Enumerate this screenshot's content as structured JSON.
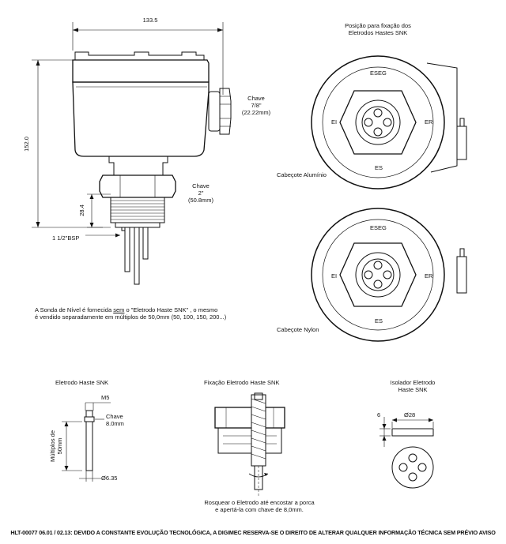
{
  "top_view": {
    "dim_width": "133.5",
    "dim_height": "152.0",
    "dim_28": "28.4",
    "thread": "1 1/2\"BSP",
    "key1": [
      "Chave",
      "7/8\"",
      "(22.22mm)"
    ],
    "key2": [
      "Chave",
      "2\"",
      "(50.8mm)"
    ],
    "note": [
      "A Sonda de Nível é fornecida sem o \"Eletrodo Haste SNK\" , o mesmo",
      "é vendido separadamente em múltiplos de 50,0mm (50, 100, 150, 200...)"
    ],
    "note_underlined_word": "sem"
  },
  "positions": {
    "title": [
      "Posição para fixação dos",
      "Eletrodos Hastes SNK"
    ],
    "heads": [
      {
        "caption": "Cabeçote Alumínio",
        "top": "ESEG",
        "left": "EI",
        "right": "ER",
        "bottom": "ES"
      },
      {
        "caption": "Cabeçote Nylon",
        "top": "ESEG",
        "left": "EI",
        "right": "ER",
        "bottom": "ES"
      }
    ]
  },
  "electrode": {
    "title": "Eletrodo Haste SNK",
    "m5": "M5",
    "key": [
      "Chave",
      "8.0mm"
    ],
    "multiples": [
      "Múltiplos de",
      "50mm"
    ],
    "diameter": "Ø6.35"
  },
  "fixation": {
    "title": "Fixação Eletrodo Haste SNK",
    "note": [
      "Rosquear o Eletrodo até encostar a porca",
      "e apertá-la com chave de 8,0mm."
    ]
  },
  "insulator": {
    "title": [
      "Isolador Eletrodo",
      "Haste SNK"
    ],
    "dim_6": "6",
    "diameter": "Ø28"
  },
  "footer": "HLT-00077  06.01 /  02.13: DEVIDO A CONSTANTE EVOLUÇÃO TECNOLÓGICA, A DIGIMEC RESERVA-SE O DIREITO DE ALTERAR QUALQUER  INFORMAÇÃO TÉCNICA SEM PRÉVIO AVISO"
}
